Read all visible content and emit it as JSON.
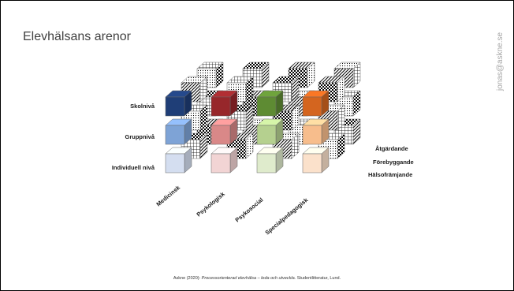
{
  "slide": {
    "title": "Elevhälsans arenor",
    "watermark_email": "jonas@askne.se"
  },
  "diagram": {
    "levels": [
      "Skolnivå",
      "Gruppnivå",
      "Individuell nivå"
    ],
    "depth_labels": [
      "Åtgärdande",
      "Förebyggande",
      "Hälsofrämjande"
    ],
    "perspectives": [
      "Medicinsk",
      "Psykologisk",
      "Psykosocial",
      "Specialpedagogisk"
    ],
    "colors": {
      "medicinsk": [
        "#1f3e77",
        "#7ea3d6",
        "#d4def0"
      ],
      "psykologisk": [
        "#97272b",
        "#d98888",
        "#f2d4d4"
      ],
      "psykosocial": [
        "#5e8b33",
        "#b5d08f",
        "#dfebcc"
      ],
      "specialpedagogisk": [
        "#d4651f",
        "#f7bd8c",
        "#fbe1cb"
      ]
    }
  },
  "citation": {
    "prefix": "Askne (2020): ",
    "title": "Processorienterad elevhälsa – leda och utveckla.",
    "suffix": " Studentlitteratur,  Lund."
  }
}
